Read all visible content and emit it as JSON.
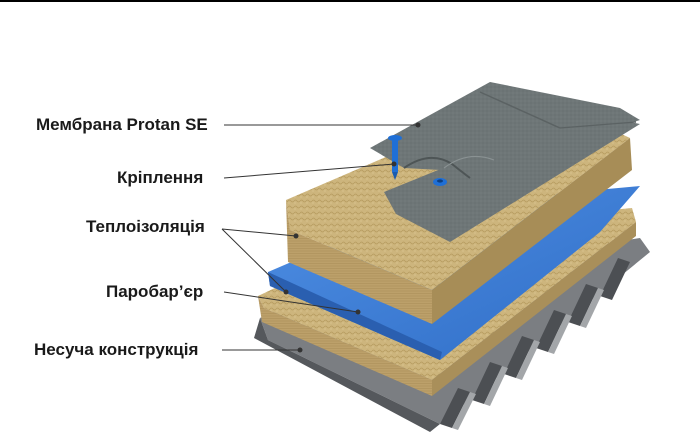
{
  "labels": {
    "membrane": "Мембрана Protan SE",
    "fastening": "Кріплення",
    "insulation": "Теплоізоляція",
    "vapor_barrier": "Паробар’єр",
    "structure": "Несуча конструкція"
  },
  "colors": {
    "membrane": "#6f7677",
    "insulation": "#c9b27a",
    "insulation_side": "#bfa66c",
    "vapor_barrier": "#3f7fd6",
    "deck": "#7b7e82",
    "fastener": "#1f6fd6",
    "leader_line": "#333333"
  }
}
